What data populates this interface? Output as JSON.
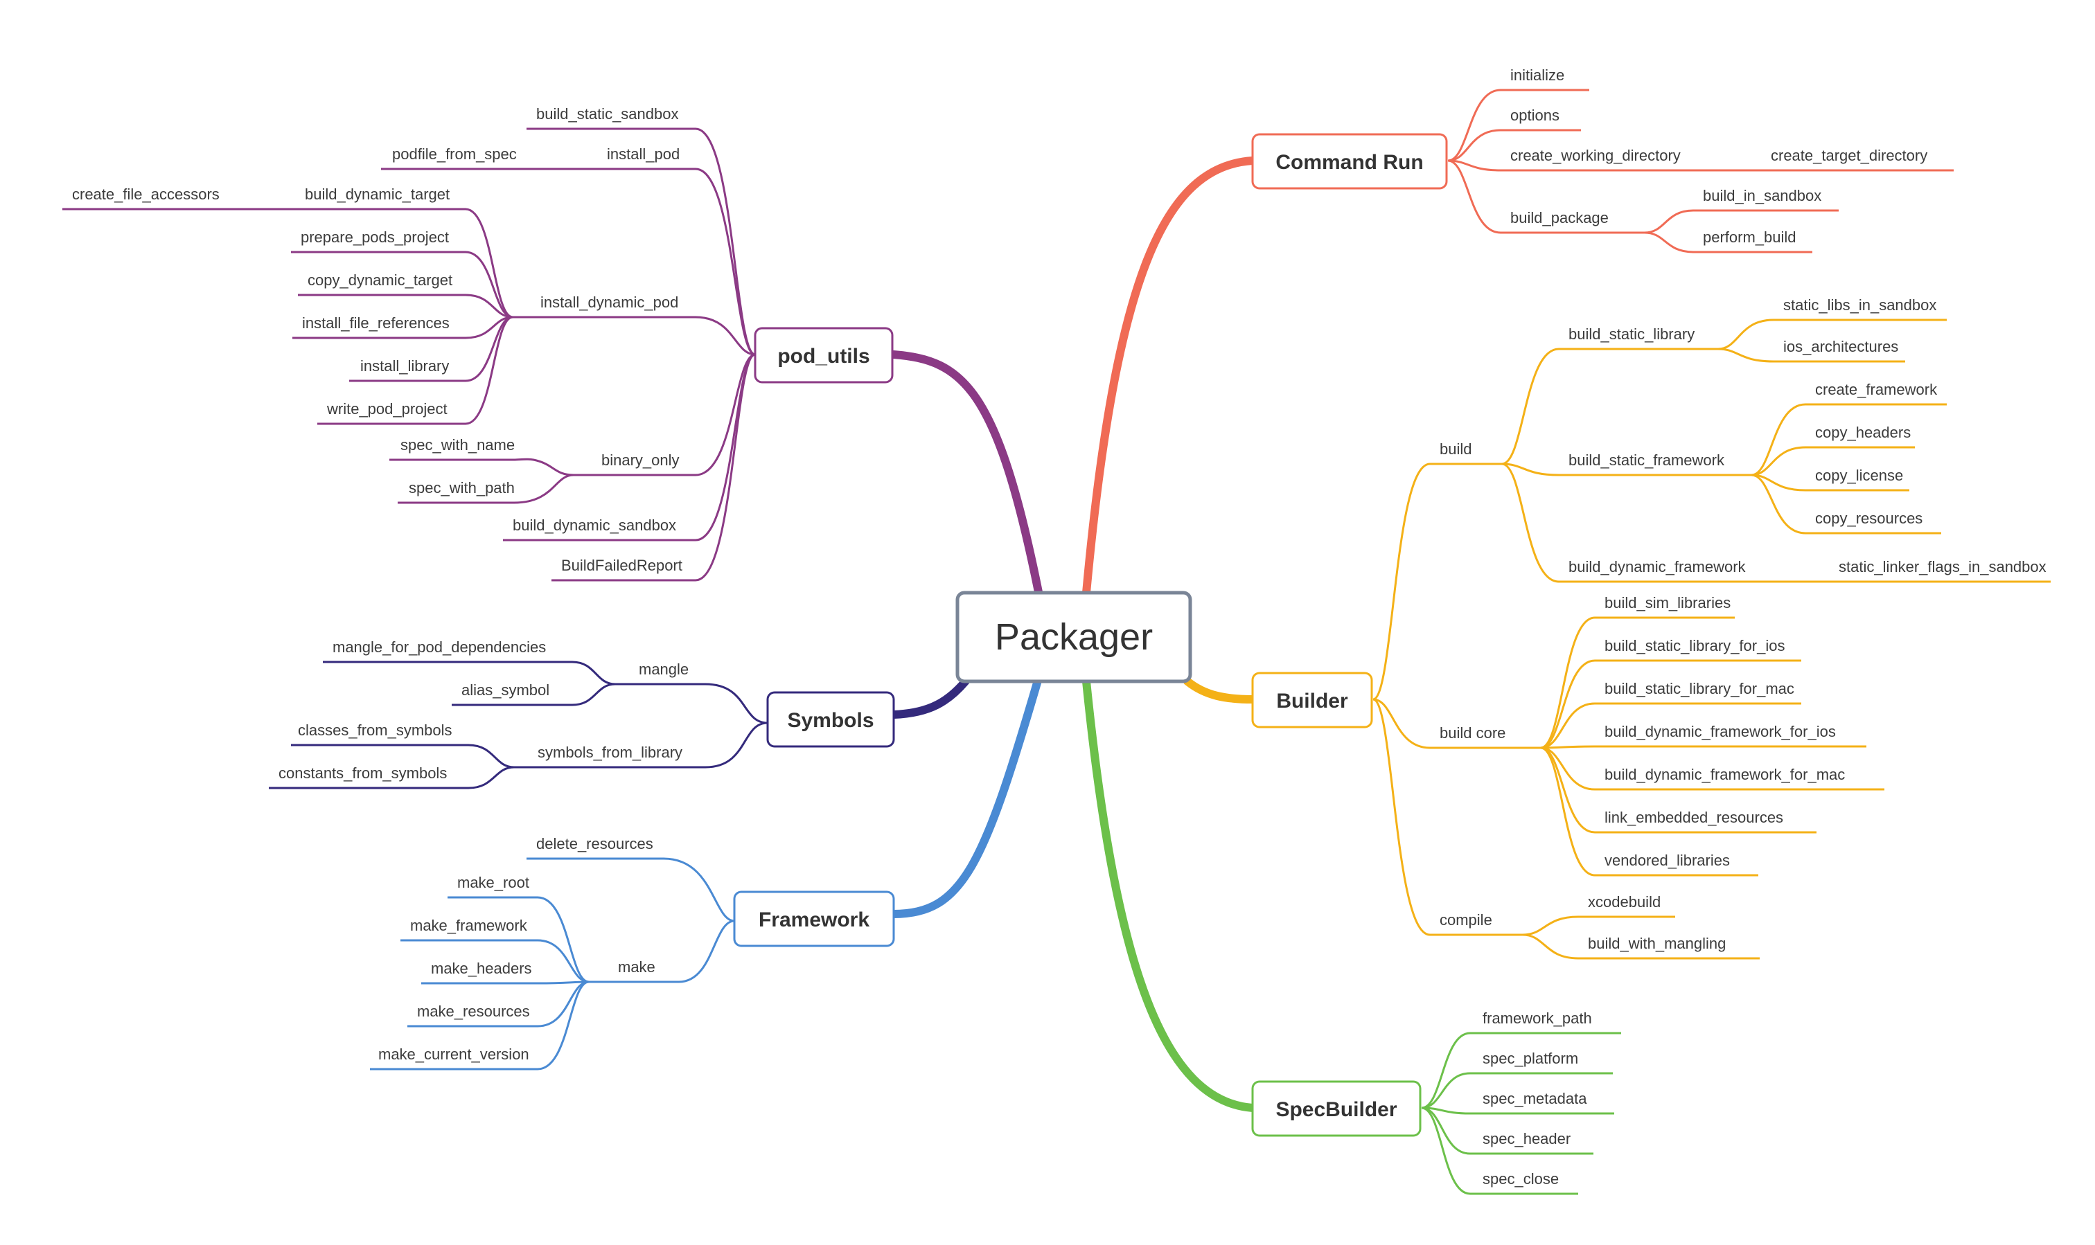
{
  "root": {
    "title": "Packager"
  },
  "colors": {
    "pod_utils": "#8b3a85",
    "command_run": "#f06b55",
    "builder": "#f4b117",
    "symbols": "#342a7c",
    "framework": "#4a8ad3",
    "specbuilder": "#6cc04a",
    "root_border": "#7a8597"
  },
  "branches": {
    "pod_utils": {
      "label": "pod_utils",
      "children": {
        "build_static_sandbox": "build_static_sandbox",
        "install_pod": "install_pod",
        "podfile_from_spec": "podfile_from_spec",
        "install_dynamic_pod": "install_dynamic_pod",
        "build_dynamic_target": "build_dynamic_target",
        "create_file_accessors": "create_file_accessors",
        "prepare_pods_project": "prepare_pods_project",
        "copy_dynamic_target": "copy_dynamic_target",
        "install_file_references": "install_file_references",
        "install_library": "install_library",
        "write_pod_project": "write_pod_project",
        "binary_only": "binary_only",
        "spec_with_name": "spec_with_name",
        "spec_with_path": "spec_with_path",
        "build_dynamic_sandbox": "build_dynamic_sandbox",
        "build_failed_report": "BuildFailedReport"
      }
    },
    "symbols": {
      "label": "Symbols",
      "children": {
        "mangle": "mangle",
        "mangle_for_pod_dependencies": "mangle_for_pod_dependencies",
        "alias_symbol": "alias_symbol",
        "symbols_from_library": "symbols_from_library",
        "classes_from_symbols": "classes_from_symbols",
        "constants_from_symbols": "constants_from_symbols"
      }
    },
    "framework": {
      "label": "Framework",
      "children": {
        "delete_resources": "delete_resources",
        "make": "make",
        "make_root": "make_root",
        "make_framework": "make_framework",
        "make_headers": "make_headers",
        "make_resources": "make_resources",
        "make_current_version": "make_current_version"
      }
    },
    "command_run": {
      "label": "Command Run",
      "children": {
        "initialize": "initialize",
        "options": "options",
        "create_working_directory": "create_working_directory",
        "create_target_directory": "create_target_directory",
        "build_package": "build_package",
        "build_in_sandbox": "build_in_sandbox",
        "perform_build": "perform_build"
      }
    },
    "builder": {
      "label": "Builder",
      "children": {
        "build": "build",
        "build_static_library": "build_static_library",
        "static_libs_in_sandbox": "static_libs_in_sandbox",
        "ios_architectures": "ios_architectures",
        "build_static_framework": "build_static_framework",
        "create_framework": "create_framework",
        "copy_headers": "copy_headers",
        "copy_license": "copy_license",
        "copy_resources": "copy_resources",
        "build_dynamic_framework": "build_dynamic_framework",
        "static_linker_flags_in_sandbox": "static_linker_flags_in_sandbox",
        "build_core": "build core",
        "build_sim_libraries": "build_sim_libraries",
        "build_static_library_for_ios": "build_static_library_for_ios",
        "build_static_library_for_mac": "build_static_library_for_mac",
        "build_dynamic_framework_for_ios": "build_dynamic_framework_for_ios",
        "build_dynamic_framework_for_mac": "build_dynamic_framework_for_mac",
        "link_embedded_resources": "link_embedded_resources",
        "vendored_libraries": "vendored_libraries",
        "compile": "compile",
        "xcodebuild": "xcodebuild",
        "build_with_mangling": "build_with_mangling"
      }
    },
    "specbuilder": {
      "label": "SpecBuilder",
      "children": {
        "framework_path": "framework_path",
        "spec_platform": "spec_platform",
        "spec_metadata": "spec_metadata",
        "spec_header": "spec_header",
        "spec_close": "spec_close"
      }
    }
  }
}
